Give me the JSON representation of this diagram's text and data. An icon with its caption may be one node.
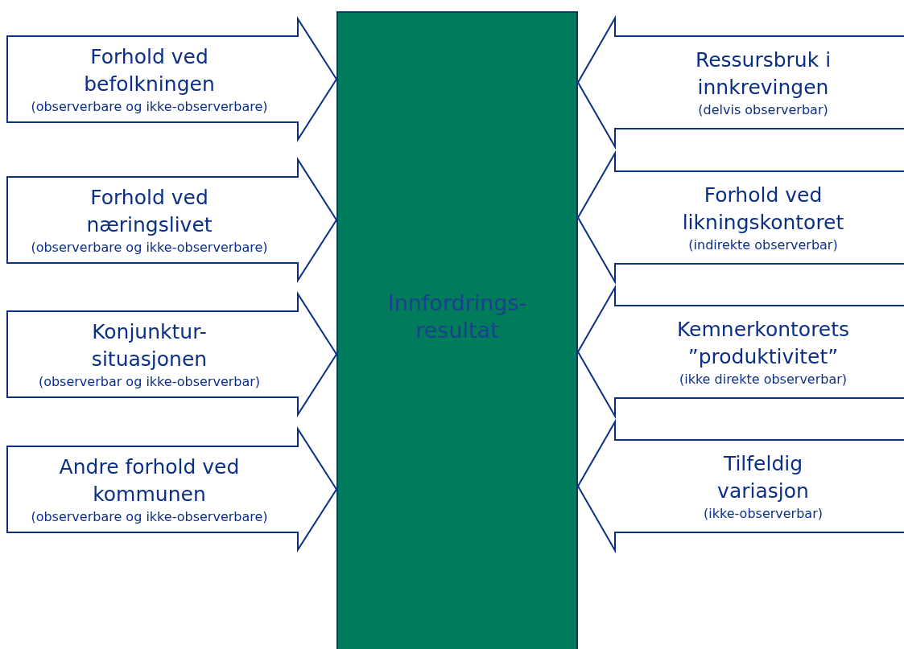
{
  "diagram": {
    "nodes": [
      {
        "text": [
          "Forhold ved befolkningen",
          "(observerbare og ikke-observerbare)"
        ]
      },
      {
        "text": [
          "Forhold ved næringslivet",
          "(observerbare og ikke-observerbare)"
        ]
      },
      {
        "text": [
          "Konjunktur- situasjonen",
          "(observerbar og ikke-observerbar)"
        ]
      },
      {
        "text": [
          "Andre forhold ved kommunen",
          "(observerbare og ikke-observerbare)"
        ]
      },
      {
        "text": [
          "Innfordrings- resultat"
        ]
      },
      {
        "text": [
          "Ressursbruk i innkrevingen",
          "(delvis observerbar)"
        ]
      },
      {
        "text": [
          "Forhold ved likningskontoret",
          "(indirekte observerbar)"
        ]
      },
      {
        "text": [
          "Kemnerkontorets ”produktivitet”",
          "(ikke direkte observerbar)"
        ]
      },
      {
        "text": [
          "Tilfeldig variasjon",
          "(ikke-observerbar)"
        ]
      }
    ],
    "edges": [
      {
        "from": 0,
        "to": 4,
        "arrow": "to"
      },
      {
        "from": 1,
        "to": 4,
        "arrow": "to"
      },
      {
        "from": 2,
        "to": 4,
        "arrow": "to"
      },
      {
        "from": 3,
        "to": 4,
        "arrow": "to"
      },
      {
        "from": 5,
        "to": 4,
        "arrow": "to"
      },
      {
        "from": 6,
        "to": 4,
        "arrow": "to"
      },
      {
        "from": 7,
        "to": 4,
        "arrow": "to"
      },
      {
        "from": 8,
        "to": 4,
        "arrow": "to"
      }
    ]
  }
}
